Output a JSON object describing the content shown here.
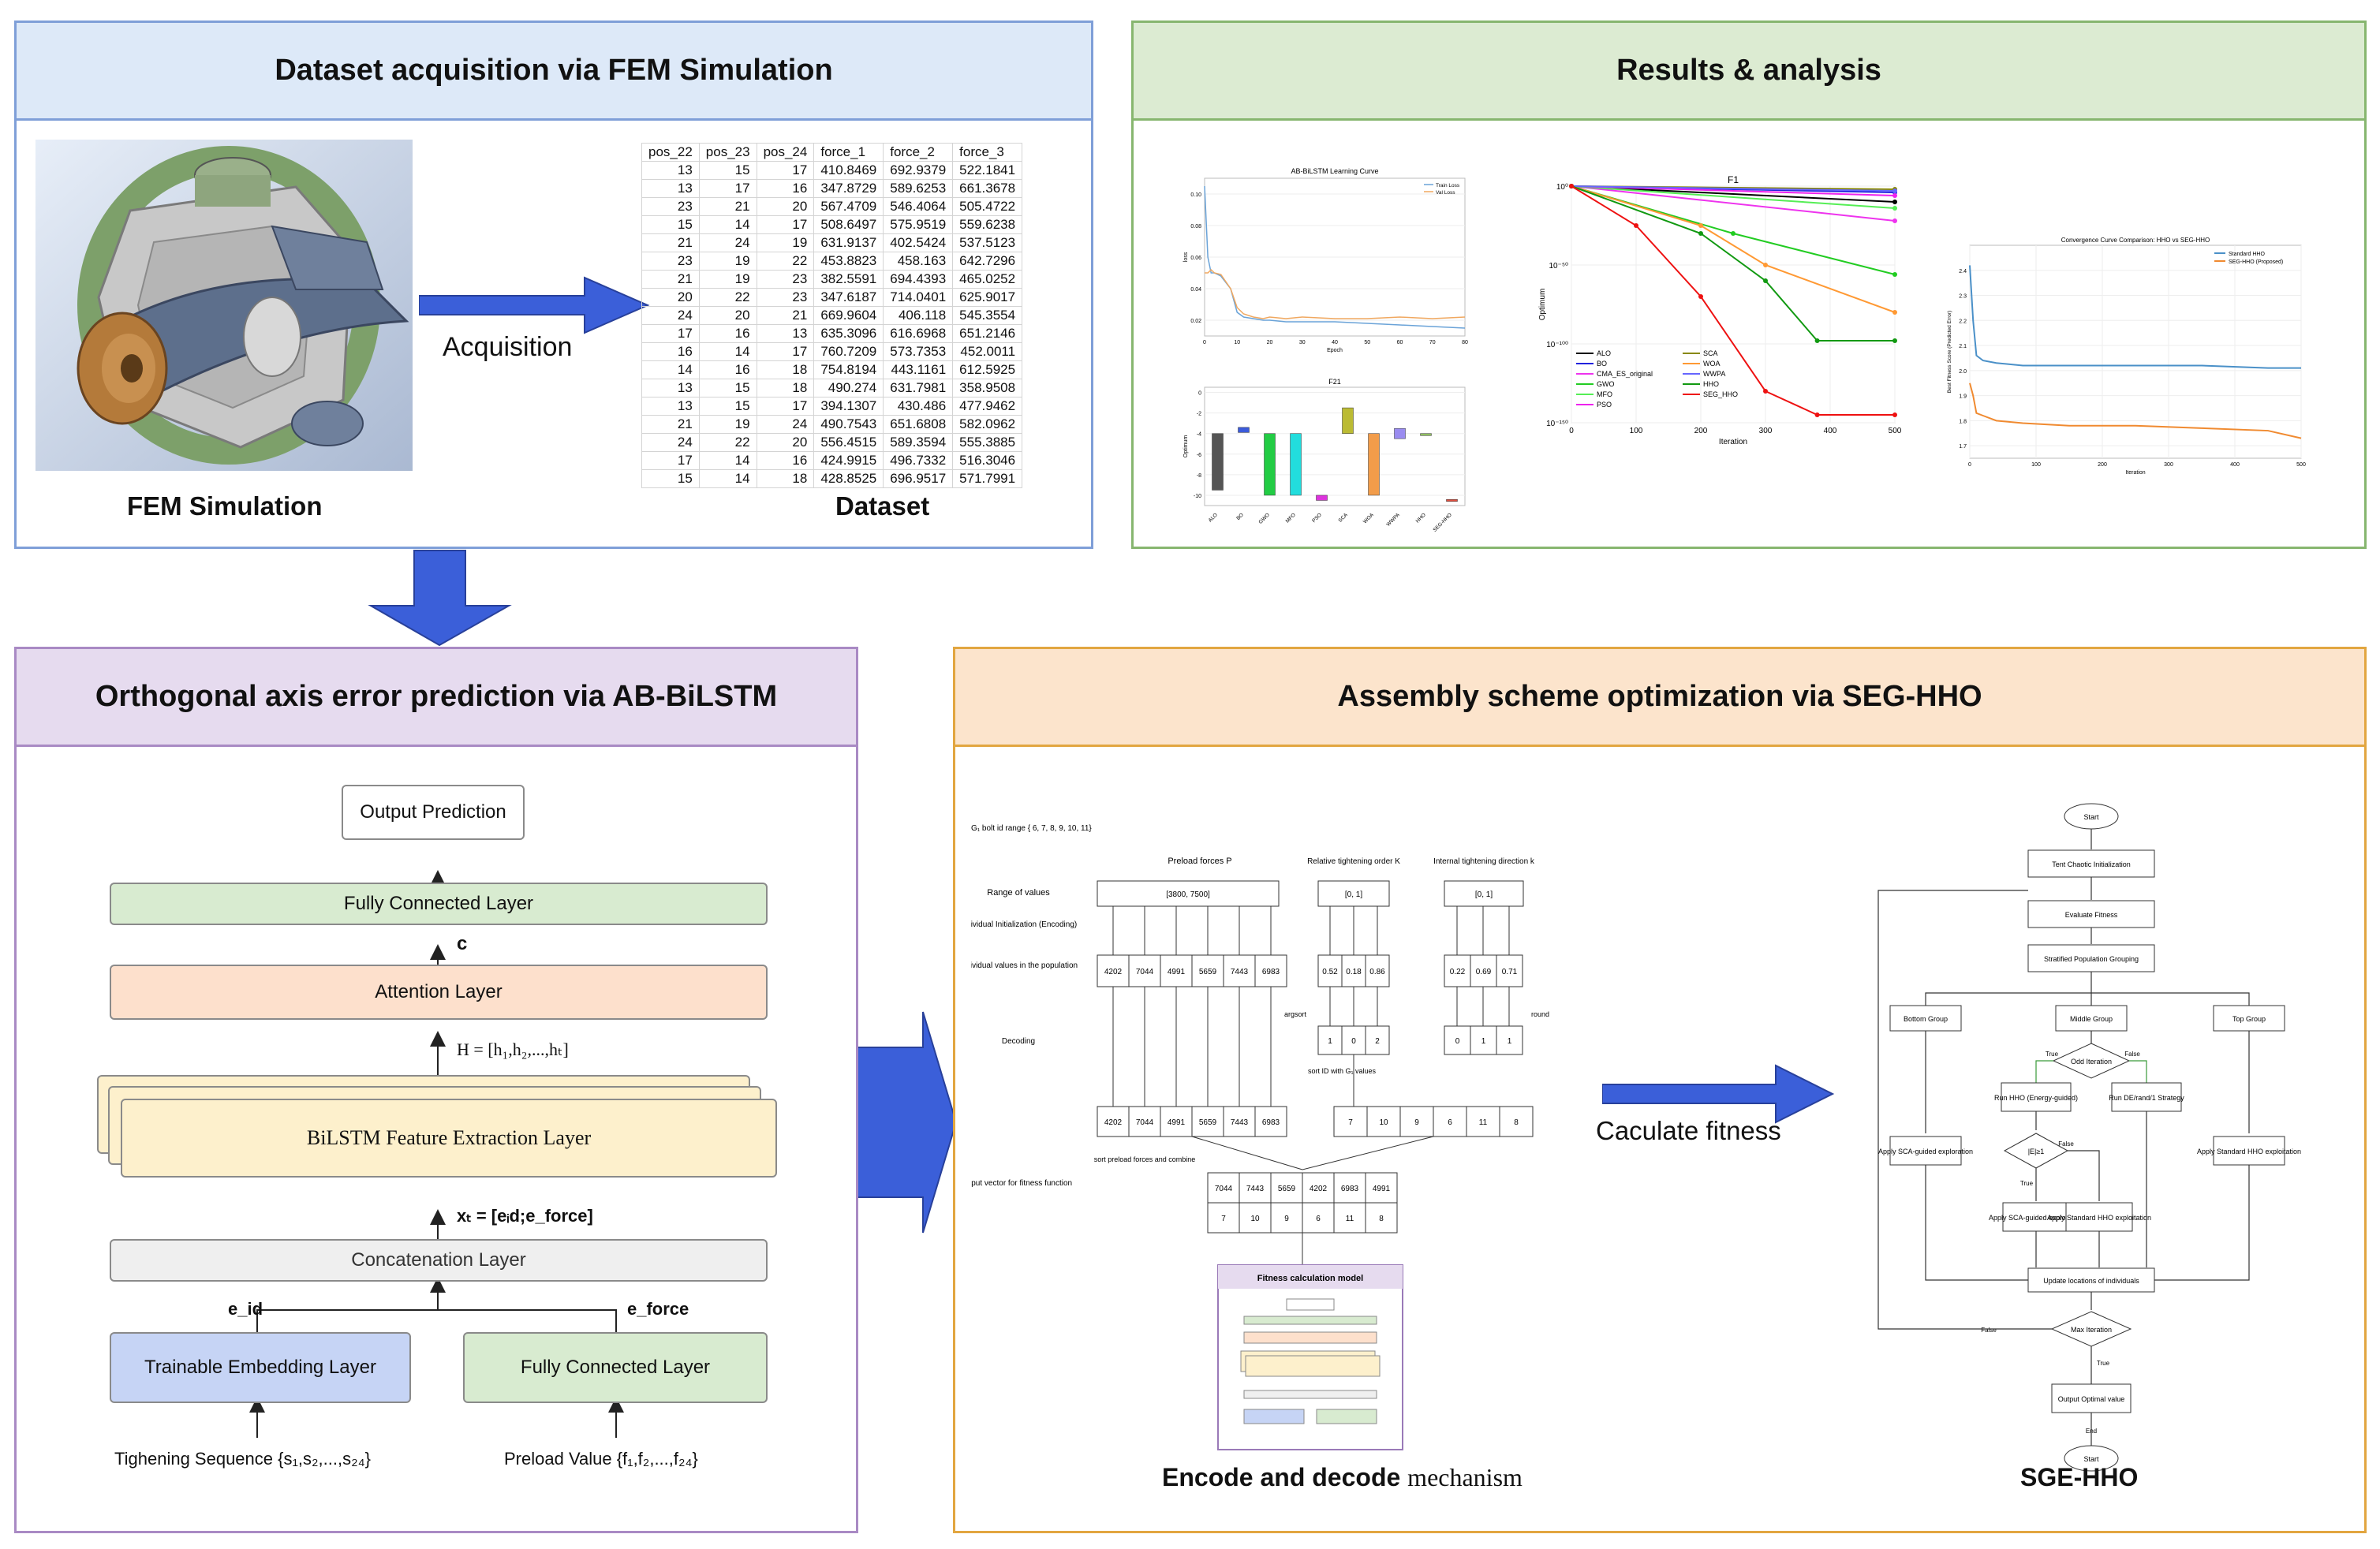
{
  "panels": {
    "dataset": {
      "title": "Dataset acquisition via FEM Simulation",
      "fem_label": "FEM Simulation",
      "arrow_label": "Acquisition",
      "dataset_label": "Dataset"
    },
    "results": {
      "title": "Results & analysis"
    },
    "prediction": {
      "title": "Orthogonal axis error prediction via AB-BiLSTM"
    },
    "optimization": {
      "title": "Assembly scheme optimization via SEG-HHO",
      "fitness_label": "Caculate fitness",
      "encode_label": "Encode and decode ",
      "encode_label_serif": "mechanism",
      "sge_label": "SGE-HHO"
    }
  },
  "dataset_table": {
    "headers": [
      "pos_22",
      "pos_23",
      "pos_24",
      "force_1",
      "force_2",
      "force_3"
    ],
    "rows": [
      [
        "13",
        "15",
        "17",
        "410.8469",
        "692.9379",
        "522.1841"
      ],
      [
        "13",
        "17",
        "16",
        "347.8729",
        "589.6253",
        "661.3678"
      ],
      [
        "23",
        "21",
        "20",
        "567.4709",
        "546.4064",
        "505.4722"
      ],
      [
        "15",
        "14",
        "17",
        "508.6497",
        "575.9519",
        "559.6238"
      ],
      [
        "21",
        "24",
        "19",
        "631.9137",
        "402.5424",
        "537.5123"
      ],
      [
        "23",
        "19",
        "22",
        "453.8823",
        "458.163",
        "642.7296"
      ],
      [
        "21",
        "19",
        "23",
        "382.5591",
        "694.4393",
        "465.0252"
      ],
      [
        "20",
        "22",
        "23",
        "347.6187",
        "714.0401",
        "625.9017"
      ],
      [
        "24",
        "20",
        "21",
        "669.9604",
        "406.118",
        "545.3554"
      ],
      [
        "17",
        "16",
        "13",
        "635.3096",
        "616.6968",
        "651.2146"
      ],
      [
        "16",
        "14",
        "17",
        "760.7209",
        "573.7353",
        "452.0011"
      ],
      [
        "14",
        "16",
        "18",
        "754.8194",
        "443.1161",
        "612.5925"
      ],
      [
        "13",
        "15",
        "18",
        "490.274",
        "631.7981",
        "358.9508"
      ],
      [
        "13",
        "15",
        "17",
        "394.1307",
        "430.486",
        "477.9462"
      ],
      [
        "21",
        "19",
        "24",
        "490.7543",
        "651.6808",
        "582.0962"
      ],
      [
        "24",
        "22",
        "20",
        "556.4515",
        "589.3594",
        "555.3885"
      ],
      [
        "17",
        "14",
        "16",
        "424.9915",
        "496.7332",
        "516.3046"
      ],
      [
        "15",
        "14",
        "18",
        "428.8525",
        "696.9517",
        "571.7991"
      ]
    ]
  },
  "network": {
    "output": "Output Prediction",
    "fc_top": "Fully Connected Layer",
    "c_label": "c",
    "attention": "Attention Layer",
    "h_label": "H = [h₁,h₂,...,hₜ]",
    "bilstm": "BiLSTM Feature Extraction Layer",
    "xt_label": "xₜ = [eᵢd;e_force]",
    "concat": "Concatenation Layer",
    "eid_label": "e_id",
    "eforce_label": "e_force",
    "embedding": "Trainable Embedding Layer",
    "fc_bottom": "Fully Connected Layer",
    "input_seq": "Tighening Sequence {s₁,s₂,...,s₂₄}",
    "input_preload": "Preload Value {f₁,f₂,...,f₂₄}"
  },
  "encode": {
    "header": "G₁ bolt id range { 6, 7, 8, 9, 10, 11}",
    "col_preload": "Preload forces P",
    "col_order": "Relative tightening order K",
    "col_dir": "Internal tightening direction k",
    "row_range": "Range of values",
    "row_init": "Individual Initialization (Encoding)",
    "row_values": "Individual values in the population",
    "row_decoding": "Decoding",
    "row_input": "Input vector for fitness function",
    "range_p": "[3800, 7500]",
    "range_k": "[0, 1]",
    "range_d": "[0, 1]",
    "p_values": [
      "4202",
      "7044",
      "4991",
      "5659",
      "7443",
      "6983"
    ],
    "k_values": [
      "0.52",
      "0.18",
      "0.86"
    ],
    "d_values": [
      "0.22",
      "0.69",
      "0.71"
    ],
    "argsort_label": "argsort",
    "round_label": "round",
    "k_sorted": [
      "1",
      "0",
      "2"
    ],
    "d_rounded": [
      "0",
      "1",
      "1"
    ],
    "sort_id_label": "sort ID with G₁ values",
    "p_decoded": [
      "4202",
      "7044",
      "4991",
      "5659",
      "7443",
      "6983"
    ],
    "id_decoded": [
      "7",
      "10",
      "9",
      "6",
      "11",
      "8"
    ],
    "combine_label": "sort preload forces and combine",
    "final_p": [
      "7044",
      "7443",
      "5659",
      "4202",
      "6983",
      "4991"
    ],
    "final_id": [
      "7",
      "10",
      "9",
      "6",
      "11",
      "8"
    ],
    "fitness_model": "Fitness calculation model"
  },
  "flow": {
    "start": "Start",
    "init": "Tent Chaotic Initialization",
    "evaluate": "Evaluate Fitness",
    "grouping": "Stratified Population Grouping",
    "bottom": "Bottom Group",
    "middle": "Middle Group",
    "top": "Top Group",
    "odd": "Odd Iteration",
    "true1": "True",
    "false1": "False",
    "run_hho": "Run HHO (Energy-guided)",
    "run_de": "Run DE/rand/1 Strategy",
    "apply_sca1": "Apply SCA-guided exploration",
    "apply_std1": "Apply Standard HHO exploitation",
    "cond": "|E|≥1",
    "true2": "True",
    "false2": "False",
    "apply_sca2": "Apply SCA-guided exploration",
    "apply_std2": "Apply Standard HHO exploitation",
    "update": "Update locations of individuals",
    "max_iter": "Max Iteration",
    "false3": "False",
    "true3": "True",
    "output": "Output Optimal value",
    "end_label": "End",
    "end": "Start"
  },
  "chart_data": [
    {
      "type": "line",
      "title": "AB-BiLSTM Learning Curve",
      "xlabel": "Epoch",
      "ylabel": "loss",
      "xlim": [
        0,
        80
      ],
      "ylim": [
        0.01,
        0.11
      ],
      "yticks": [
        "0.10",
        "0.08",
        "0.06",
        "0.04",
        "0.02"
      ],
      "xticks": [
        "0",
        "10",
        "20",
        "30",
        "40",
        "50",
        "60",
        "70",
        "80"
      ],
      "series": [
        {
          "name": "Train Loss",
          "color": "#6aa3d8",
          "x": [
            0,
            1,
            2,
            3,
            5,
            8,
            10,
            12,
            15,
            18,
            20,
            25,
            30,
            40,
            50,
            60,
            70,
            80
          ],
          "y": [
            0.105,
            0.06,
            0.05,
            0.05,
            0.048,
            0.04,
            0.025,
            0.022,
            0.021,
            0.02,
            0.02,
            0.019,
            0.019,
            0.019,
            0.018,
            0.017,
            0.016,
            0.015
          ]
        },
        {
          "name": "Val Loss",
          "color": "#f0a860",
          "x": [
            0,
            1,
            2,
            3,
            5,
            8,
            10,
            12,
            15,
            18,
            20,
            25,
            30,
            40,
            50,
            60,
            70,
            80
          ],
          "y": [
            0.05,
            0.05,
            0.052,
            0.05,
            0.049,
            0.04,
            0.028,
            0.024,
            0.022,
            0.021,
            0.022,
            0.021,
            0.022,
            0.021,
            0.021,
            0.022,
            0.021,
            0.022
          ]
        }
      ]
    },
    {
      "type": "bar",
      "title": "F21",
      "ylabel": "Optimum",
      "categories": [
        "ALO",
        "BO",
        "GWO",
        "MFO",
        "PSO",
        "SCA",
        "WOA",
        "WWPA",
        "HHO",
        "SEG-HHO"
      ],
      "yticks": [
        "0",
        "-2",
        "-4",
        "-6",
        "-8",
        "-10"
      ],
      "ylim": [
        -11,
        0.5
      ],
      "series": [
        {
          "values": [
            [
              -4,
              -9.5
            ],
            [
              -3.4,
              -3.9
            ],
            [
              -4,
              -10
            ],
            [
              -4,
              -10
            ],
            [
              -10,
              -10.5
            ],
            [
              -1.5,
              -4
            ],
            [
              -4,
              -10
            ],
            [
              -3.5,
              -4.5
            ],
            [
              -4,
              -4.2
            ],
            [
              -10.4,
              -10.6
            ]
          ]
        }
      ],
      "colors": [
        "#555555",
        "#3b5bdb",
        "#22cc44",
        "#22dddd",
        "#dd33dd",
        "#bbbb33",
        "#f29c4a",
        "#9a8cf0",
        "#8fbf5f",
        "#e05040"
      ]
    },
    {
      "type": "line",
      "title": "F1",
      "xlabel": "Iteration",
      "ylabel": "Optimum",
      "log_y": true,
      "xlim": [
        0,
        500
      ],
      "yticks": [
        "10⁰",
        "10⁻⁵⁰",
        "10⁻¹⁰⁰",
        "10⁻¹⁵⁰"
      ],
      "xticks": [
        "0",
        "100",
        "200",
        "300",
        "400",
        "500"
      ],
      "series": [
        {
          "name": "ALO",
          "color": "#000000",
          "x": [
            0,
            500
          ],
          "y": [
            0,
            -10
          ]
        },
        {
          "name": "BO",
          "color": "#2222dd",
          "x": [
            0,
            500
          ],
          "y": [
            0,
            -4
          ]
        },
        {
          "name": "CMA_ES_original",
          "color": "#ee33ee",
          "x": [
            0,
            500
          ],
          "y": [
            0,
            -22
          ]
        },
        {
          "name": "GWO",
          "color": "#22cc22",
          "x": [
            0,
            250,
            500
          ],
          "y": [
            0,
            -30,
            -56
          ]
        },
        {
          "name": "MFO",
          "color": "#55ee55",
          "x": [
            0,
            500
          ],
          "y": [
            0,
            -14
          ]
        },
        {
          "name": "PSO",
          "color": "#ee22ee",
          "x": [
            0,
            500
          ],
          "y": [
            0,
            -6
          ]
        },
        {
          "name": "SCA",
          "color": "#888800",
          "x": [
            0,
            500
          ],
          "y": [
            0,
            -2
          ]
        },
        {
          "name": "WOA",
          "color": "#ff9933",
          "x": [
            0,
            200,
            300,
            500
          ],
          "y": [
            0,
            -25,
            -50,
            -80
          ]
        },
        {
          "name": "WWPA",
          "color": "#6666ff",
          "x": [
            0,
            500
          ],
          "y": [
            0,
            -3
          ]
        },
        {
          "name": "HHO",
          "color": "#119911",
          "x": [
            0,
            200,
            300,
            380,
            500
          ],
          "y": [
            0,
            -30,
            -60,
            -98,
            -98
          ]
        },
        {
          "name": "SEG_HHO",
          "color": "#ee1111",
          "x": [
            0,
            100,
            200,
            300,
            380,
            500
          ],
          "y": [
            0,
            -25,
            -70,
            -130,
            -145,
            -145
          ]
        }
      ]
    },
    {
      "type": "line",
      "title": "Convergence Curve Comparison: HHO vs SEG-HHO",
      "xlabel": "Iteration",
      "ylabel": "Best Fitness Score (Predicted Error)",
      "xlim": [
        0,
        500
      ],
      "yticks": [
        "2.4",
        "2.3",
        "2.2",
        "2.1",
        "2.0",
        "1.9",
        "1.8",
        "1.7"
      ],
      "xticks": [
        "0",
        "100",
        "200",
        "300",
        "400",
        "500"
      ],
      "series": [
        {
          "name": "Standard HHO",
          "color": "#4a90c8",
          "x": [
            0,
            5,
            10,
            20,
            40,
            80,
            150,
            250,
            350,
            450,
            500
          ],
          "y": [
            2.42,
            2.2,
            2.06,
            2.04,
            2.03,
            2.02,
            2.02,
            2.02,
            2.02,
            2.01,
            2.01
          ]
        },
        {
          "name": "SEG-HHO (Proposed)",
          "color": "#f08a30",
          "x": [
            0,
            5,
            10,
            20,
            40,
            80,
            150,
            250,
            350,
            450,
            500
          ],
          "y": [
            1.95,
            1.9,
            1.83,
            1.82,
            1.8,
            1.79,
            1.78,
            1.78,
            1.77,
            1.76,
            1.73
          ]
        }
      ]
    }
  ]
}
